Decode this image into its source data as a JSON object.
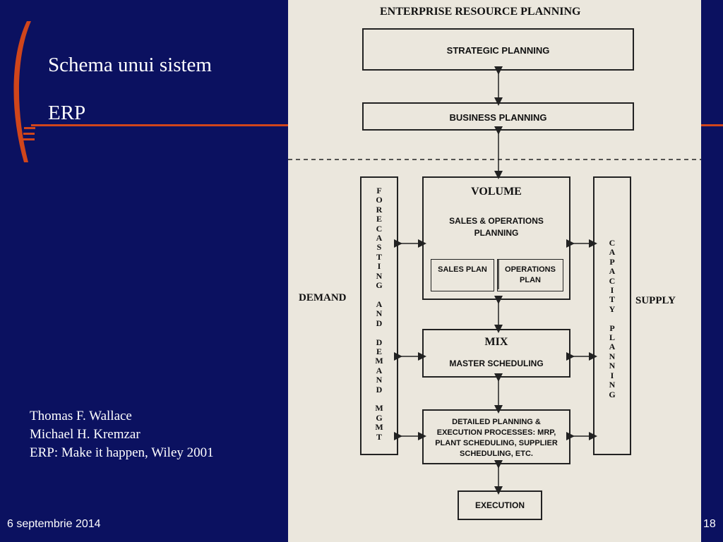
{
  "slide": {
    "title_line1": "Schema unui sistem",
    "title_line2": "ERP",
    "author_lines": [
      "Thomas F. Wallace",
      "Michael H. Kremzar",
      "ERP: Make it happen, Wiley 2001"
    ],
    "date": "6 septembrie 2014",
    "page_number": "18",
    "colors": {
      "background": "#0b1160",
      "accent": "#d0451b",
      "text": "#ffffff",
      "scan_paper": "#ebe7dd"
    }
  },
  "diagram": {
    "header": "ENTERPRISE RESOURCE PLANNING",
    "strategic_planning": "STRATEGIC PLANNING",
    "business_planning": "BUSINESS PLANNING",
    "volume": "VOLUME",
    "sales_operations_planning": "SALES & OPERATIONS PLANNING",
    "sales_plan": "SALES PLAN",
    "operations_plan": "OPERATIONS PLAN",
    "mix": "MIX",
    "master_scheduling": "MASTER SCHEDULING",
    "detailed_planning": "DETAILED PLANNING & EXECUTION PROCESSES: MRP, PLANT SCHEDULING, SUPPLIER SCHEDULING, ETC.",
    "execution": "EXECUTION",
    "demand": "DEMAND",
    "supply": "SUPPLY",
    "forecasting_letters": [
      "F",
      "O",
      "R",
      "E",
      "C",
      "A",
      "S",
      "T",
      "I",
      "N",
      "G",
      "",
      "A",
      "N",
      "D",
      "",
      "D",
      "E",
      "M",
      "A",
      "N",
      "D",
      "",
      "M",
      "G",
      "M",
      "T"
    ],
    "capacity_letters": [
      "C",
      "A",
      "P",
      "A",
      "C",
      "I",
      "T",
      "Y",
      "",
      "P",
      "L",
      "A",
      "N",
      "N",
      "I",
      "N",
      "G"
    ]
  }
}
